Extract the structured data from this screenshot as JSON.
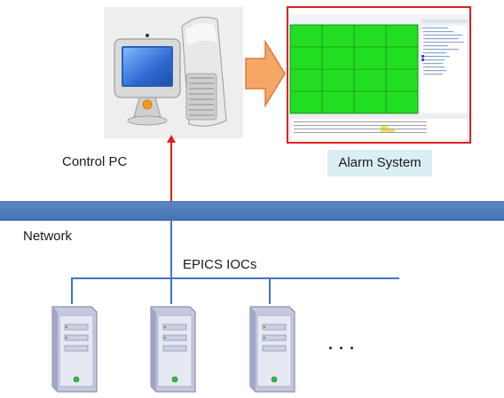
{
  "labels": {
    "control_pc": "Control PC",
    "alarm_system": "Alarm System",
    "network": "Network",
    "epics_iocs": "EPICS IOCs",
    "ellipsis": ". . ."
  },
  "colors": {
    "network_bar": "#4f7cbf",
    "wire": "#4472c4",
    "arrow_up": "#e02020",
    "big_arrow": "#f5a766",
    "alarm_border": "#e02020",
    "alarm_grid": "#22dd22",
    "label_box": "#dbeef4"
  },
  "icons": {
    "control_pc": "desktop-computer-icon",
    "servers": "tower-server-icon",
    "arrow": "orange-right-arrow-icon"
  }
}
